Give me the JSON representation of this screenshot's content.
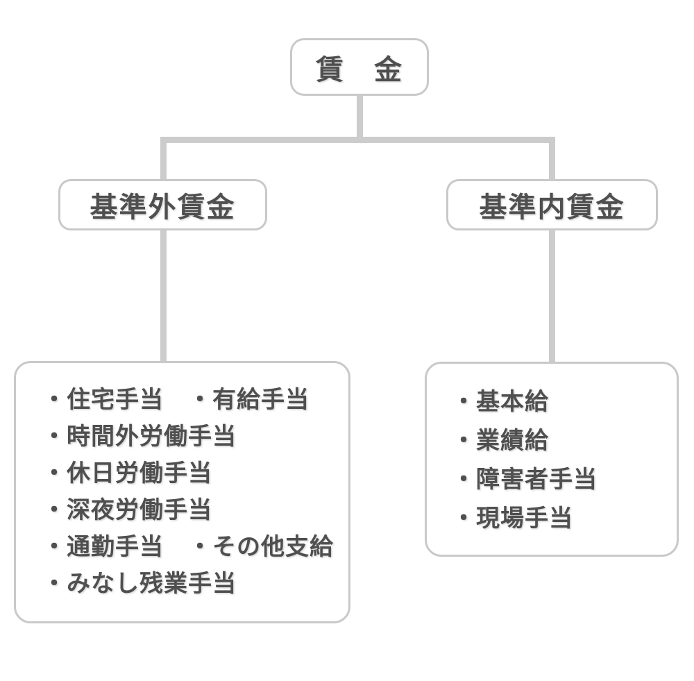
{
  "root": {
    "label": "賃　金"
  },
  "branches": {
    "left": {
      "label": "基準外賃金",
      "items": [
        "・住宅手当　・有給手当",
        "・時間外労働手当",
        "・休日労働手当",
        "・深夜労働手当",
        "・通勤手当　・その他支給",
        "・みなし残業手当"
      ]
    },
    "right": {
      "label": "基準内賃金",
      "items": [
        "・基本給",
        "・業績給",
        "・障害者手当",
        "・現場手当"
      ]
    }
  },
  "colors": {
    "background": "#ffffff",
    "connector": "#cccccc",
    "box_border": "#c9c9c9",
    "box_fill": "#ffffff",
    "text": "#4f4f4f"
  }
}
